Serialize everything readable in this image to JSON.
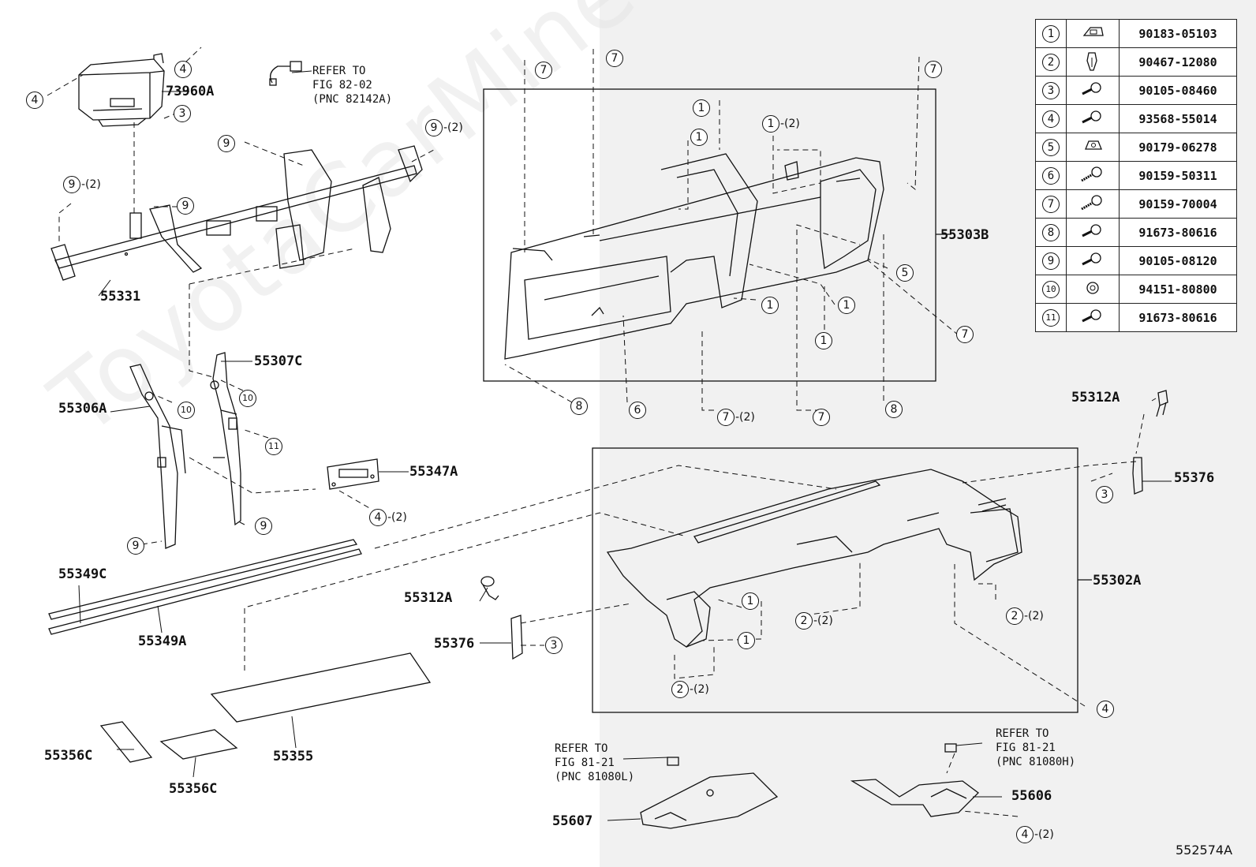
{
  "watermark": "ToyotaCarMine.ru",
  "diagram_id": "552574A",
  "part_labels": {
    "p73960a": "73960A",
    "p55331": "55331",
    "p55303b": "55303B",
    "p55307c": "55307C",
    "p55306a": "55306A",
    "p55347a": "55347A",
    "p55312a_right": "55312A",
    "p55376_right": "55376",
    "p55302a": "55302A",
    "p55349c": "55349C",
    "p55349a": "55349A",
    "p55312a_left": "55312A",
    "p55376_left": "55376",
    "p55355": "55355",
    "p55356c_a": "55356C",
    "p55356c_b": "55356C",
    "p55607": "55607",
    "p55606": "55606"
  },
  "references": {
    "fig82": "REFER TO\nFIG 82-02\n(PNC 82142A)",
    "fig81_left": "REFER TO\nFIG 81-21\n(PNC 81080L)",
    "fig81_right": "REFER TO\nFIG 81-21\n(PNC 81080H)"
  },
  "callouts": [
    {
      "num": "4",
      "qty": ""
    },
    {
      "num": "4",
      "qty": ""
    },
    {
      "num": "3",
      "qty": ""
    },
    {
      "num": "9",
      "qty": ""
    },
    {
      "num": "9",
      "qty": "-(2)"
    },
    {
      "num": "9",
      "qty": "-(2)"
    },
    {
      "num": "9",
      "qty": ""
    },
    {
      "num": "7",
      "qty": ""
    },
    {
      "num": "7",
      "qty": ""
    },
    {
      "num": "7",
      "qty": ""
    },
    {
      "num": "1",
      "qty": ""
    },
    {
      "num": "1",
      "qty": ""
    },
    {
      "num": "1",
      "qty": "-(2)"
    },
    {
      "num": "5",
      "qty": ""
    },
    {
      "num": "1",
      "qty": ""
    },
    {
      "num": "1",
      "qty": ""
    },
    {
      "num": "1",
      "qty": ""
    },
    {
      "num": "7",
      "qty": ""
    },
    {
      "num": "8",
      "qty": ""
    },
    {
      "num": "6",
      "qty": ""
    },
    {
      "num": "7",
      "qty": "-(2)"
    },
    {
      "num": "7",
      "qty": ""
    },
    {
      "num": "8",
      "qty": ""
    },
    {
      "num": "10",
      "qty": ""
    },
    {
      "num": "10",
      "qty": ""
    },
    {
      "num": "11",
      "qty": ""
    },
    {
      "num": "9",
      "qty": ""
    },
    {
      "num": "9",
      "qty": ""
    },
    {
      "num": "4",
      "qty": "-(2)"
    },
    {
      "num": "3",
      "qty": ""
    },
    {
      "num": "3",
      "qty": ""
    },
    {
      "num": "1",
      "qty": ""
    },
    {
      "num": "1",
      "qty": ""
    },
    {
      "num": "2",
      "qty": "-(2)"
    },
    {
      "num": "2",
      "qty": "-(2)"
    },
    {
      "num": "2",
      "qty": "-(2)"
    },
    {
      "num": "4",
      "qty": ""
    },
    {
      "num": "4",
      "qty": "-(2)"
    }
  ],
  "legend": [
    {
      "num": "1",
      "part": "90183-05103",
      "icon": "clip-nut-icon"
    },
    {
      "num": "2",
      "part": "90467-12080",
      "icon": "clip-icon"
    },
    {
      "num": "3",
      "part": "90105-08460",
      "icon": "bolt-icon"
    },
    {
      "num": "4",
      "part": "93568-55014",
      "icon": "bolt-icon"
    },
    {
      "num": "5",
      "part": "90179-06278",
      "icon": "nut-icon"
    },
    {
      "num": "6",
      "part": "90159-50311",
      "icon": "screw-icon"
    },
    {
      "num": "7",
      "part": "90159-70004",
      "icon": "screw-icon"
    },
    {
      "num": "8",
      "part": "91673-80616",
      "icon": "bolt-icon"
    },
    {
      "num": "9",
      "part": "90105-08120",
      "icon": "bolt-icon"
    },
    {
      "num": "10",
      "part": "94151-80800",
      "icon": "nut-icon"
    },
    {
      "num": "11",
      "part": "91673-80616",
      "icon": "bolt-icon"
    }
  ]
}
